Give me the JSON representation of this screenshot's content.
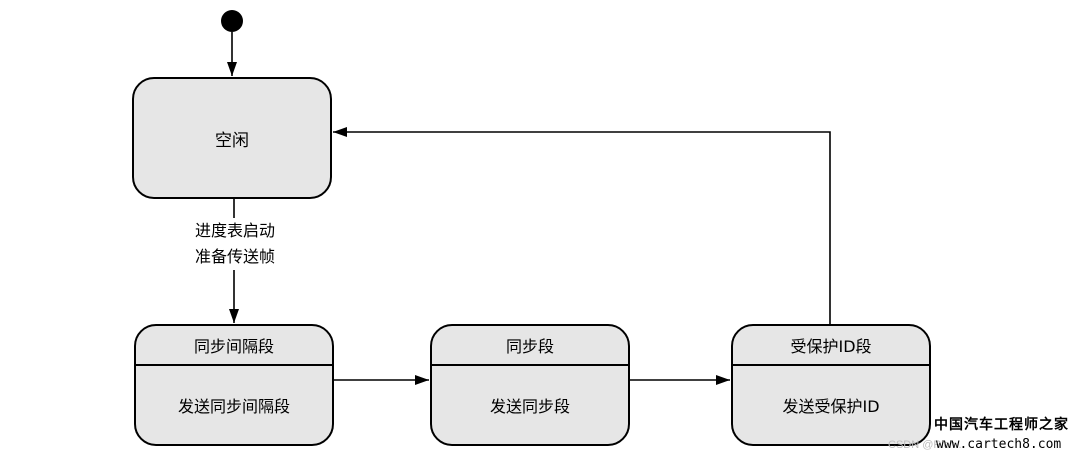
{
  "diagram": {
    "states": {
      "idle": {
        "label": "空闲"
      },
      "sync_break": {
        "header": "同步间隔段",
        "action": "发送同步间隔段"
      },
      "sync_field": {
        "header": "同步段",
        "action": "发送同步段"
      },
      "protected_id": {
        "header": "受保护ID段",
        "action": "发送受保护ID"
      }
    },
    "transition_label": {
      "line1": "进度表启动",
      "line2": "准备传送帧"
    }
  },
  "watermark": {
    "brand_text": "中国汽车工程师之家",
    "url_text": "www.cartech8.com",
    "csdn_text": "CSDN @Rich..."
  },
  "colors": {
    "box_fill": "#e6e6e6",
    "stroke": "#000000"
  }
}
